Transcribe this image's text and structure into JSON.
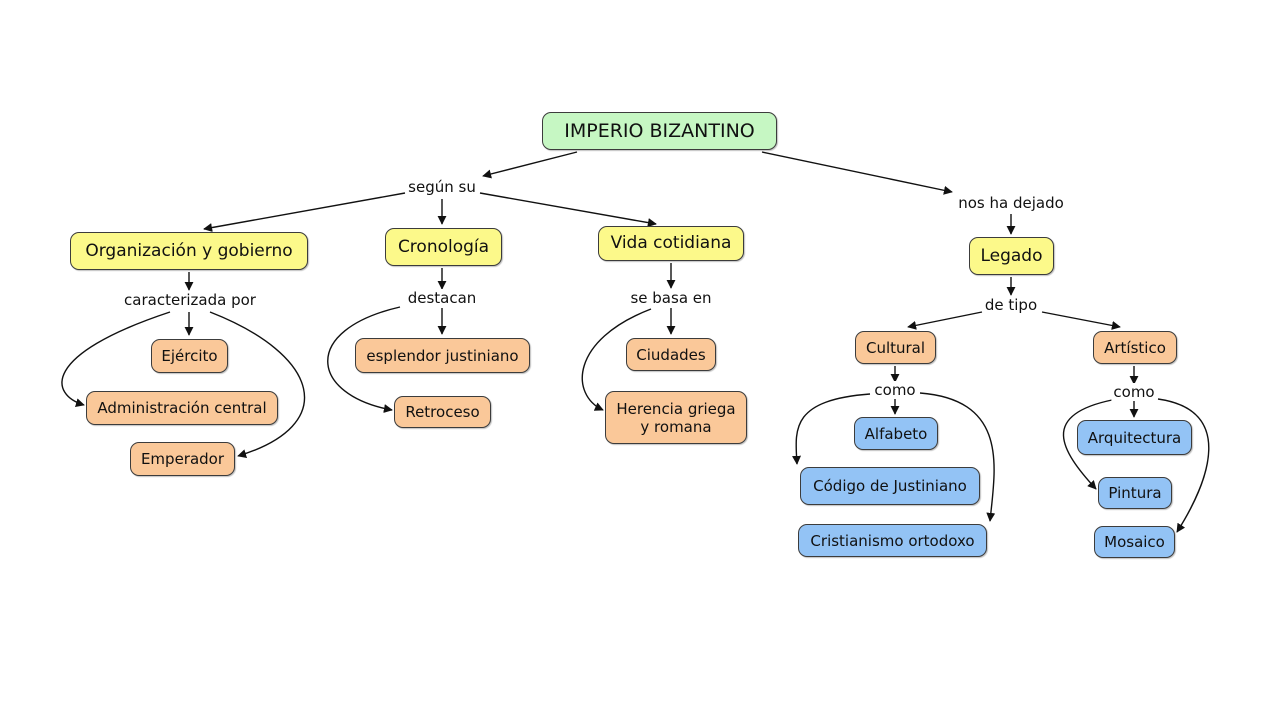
{
  "root": {
    "label": "IMPERIO BIZANTINO",
    "color": "#c6f7c3"
  },
  "links": {
    "segun_su": "según su",
    "nos_ha_dejado": "nos ha dejado",
    "caracterizada_por": "caracterizada por",
    "destacan": "destacan",
    "se_basa_en": "se basa en",
    "de_tipo": "de tipo",
    "como_cultural": "como",
    "como_artistico": "como"
  },
  "categories": {
    "organizacion": {
      "label": "Organización y gobierno"
    },
    "cronologia": {
      "label": "Cronología"
    },
    "vida": {
      "label": "Vida cotidiana"
    },
    "legado": {
      "label": "Legado"
    }
  },
  "items": {
    "ejercito": "Ejército",
    "administracion": "Administración central",
    "emperador": "Emperador",
    "esplendor": "esplendor justiniano",
    "retroceso": "Retroceso",
    "ciudades": "Ciudades",
    "herencia": "Herencia griega\ny romana",
    "cultural": "Cultural",
    "artistico": "Artístico",
    "alfabeto": "Alfabeto",
    "codigo": "Código de Justiniano",
    "cristianismo": "Cristianismo ortodoxo",
    "arquitectura": "Arquitectura",
    "pintura": "Pintura",
    "mosaico": "Mosaico"
  },
  "colors": {
    "root": "#c6f7c3",
    "category": "#fcf98a",
    "sub": "#fac899",
    "leaf": "#93c3f5",
    "border": "#3c3c3c"
  }
}
